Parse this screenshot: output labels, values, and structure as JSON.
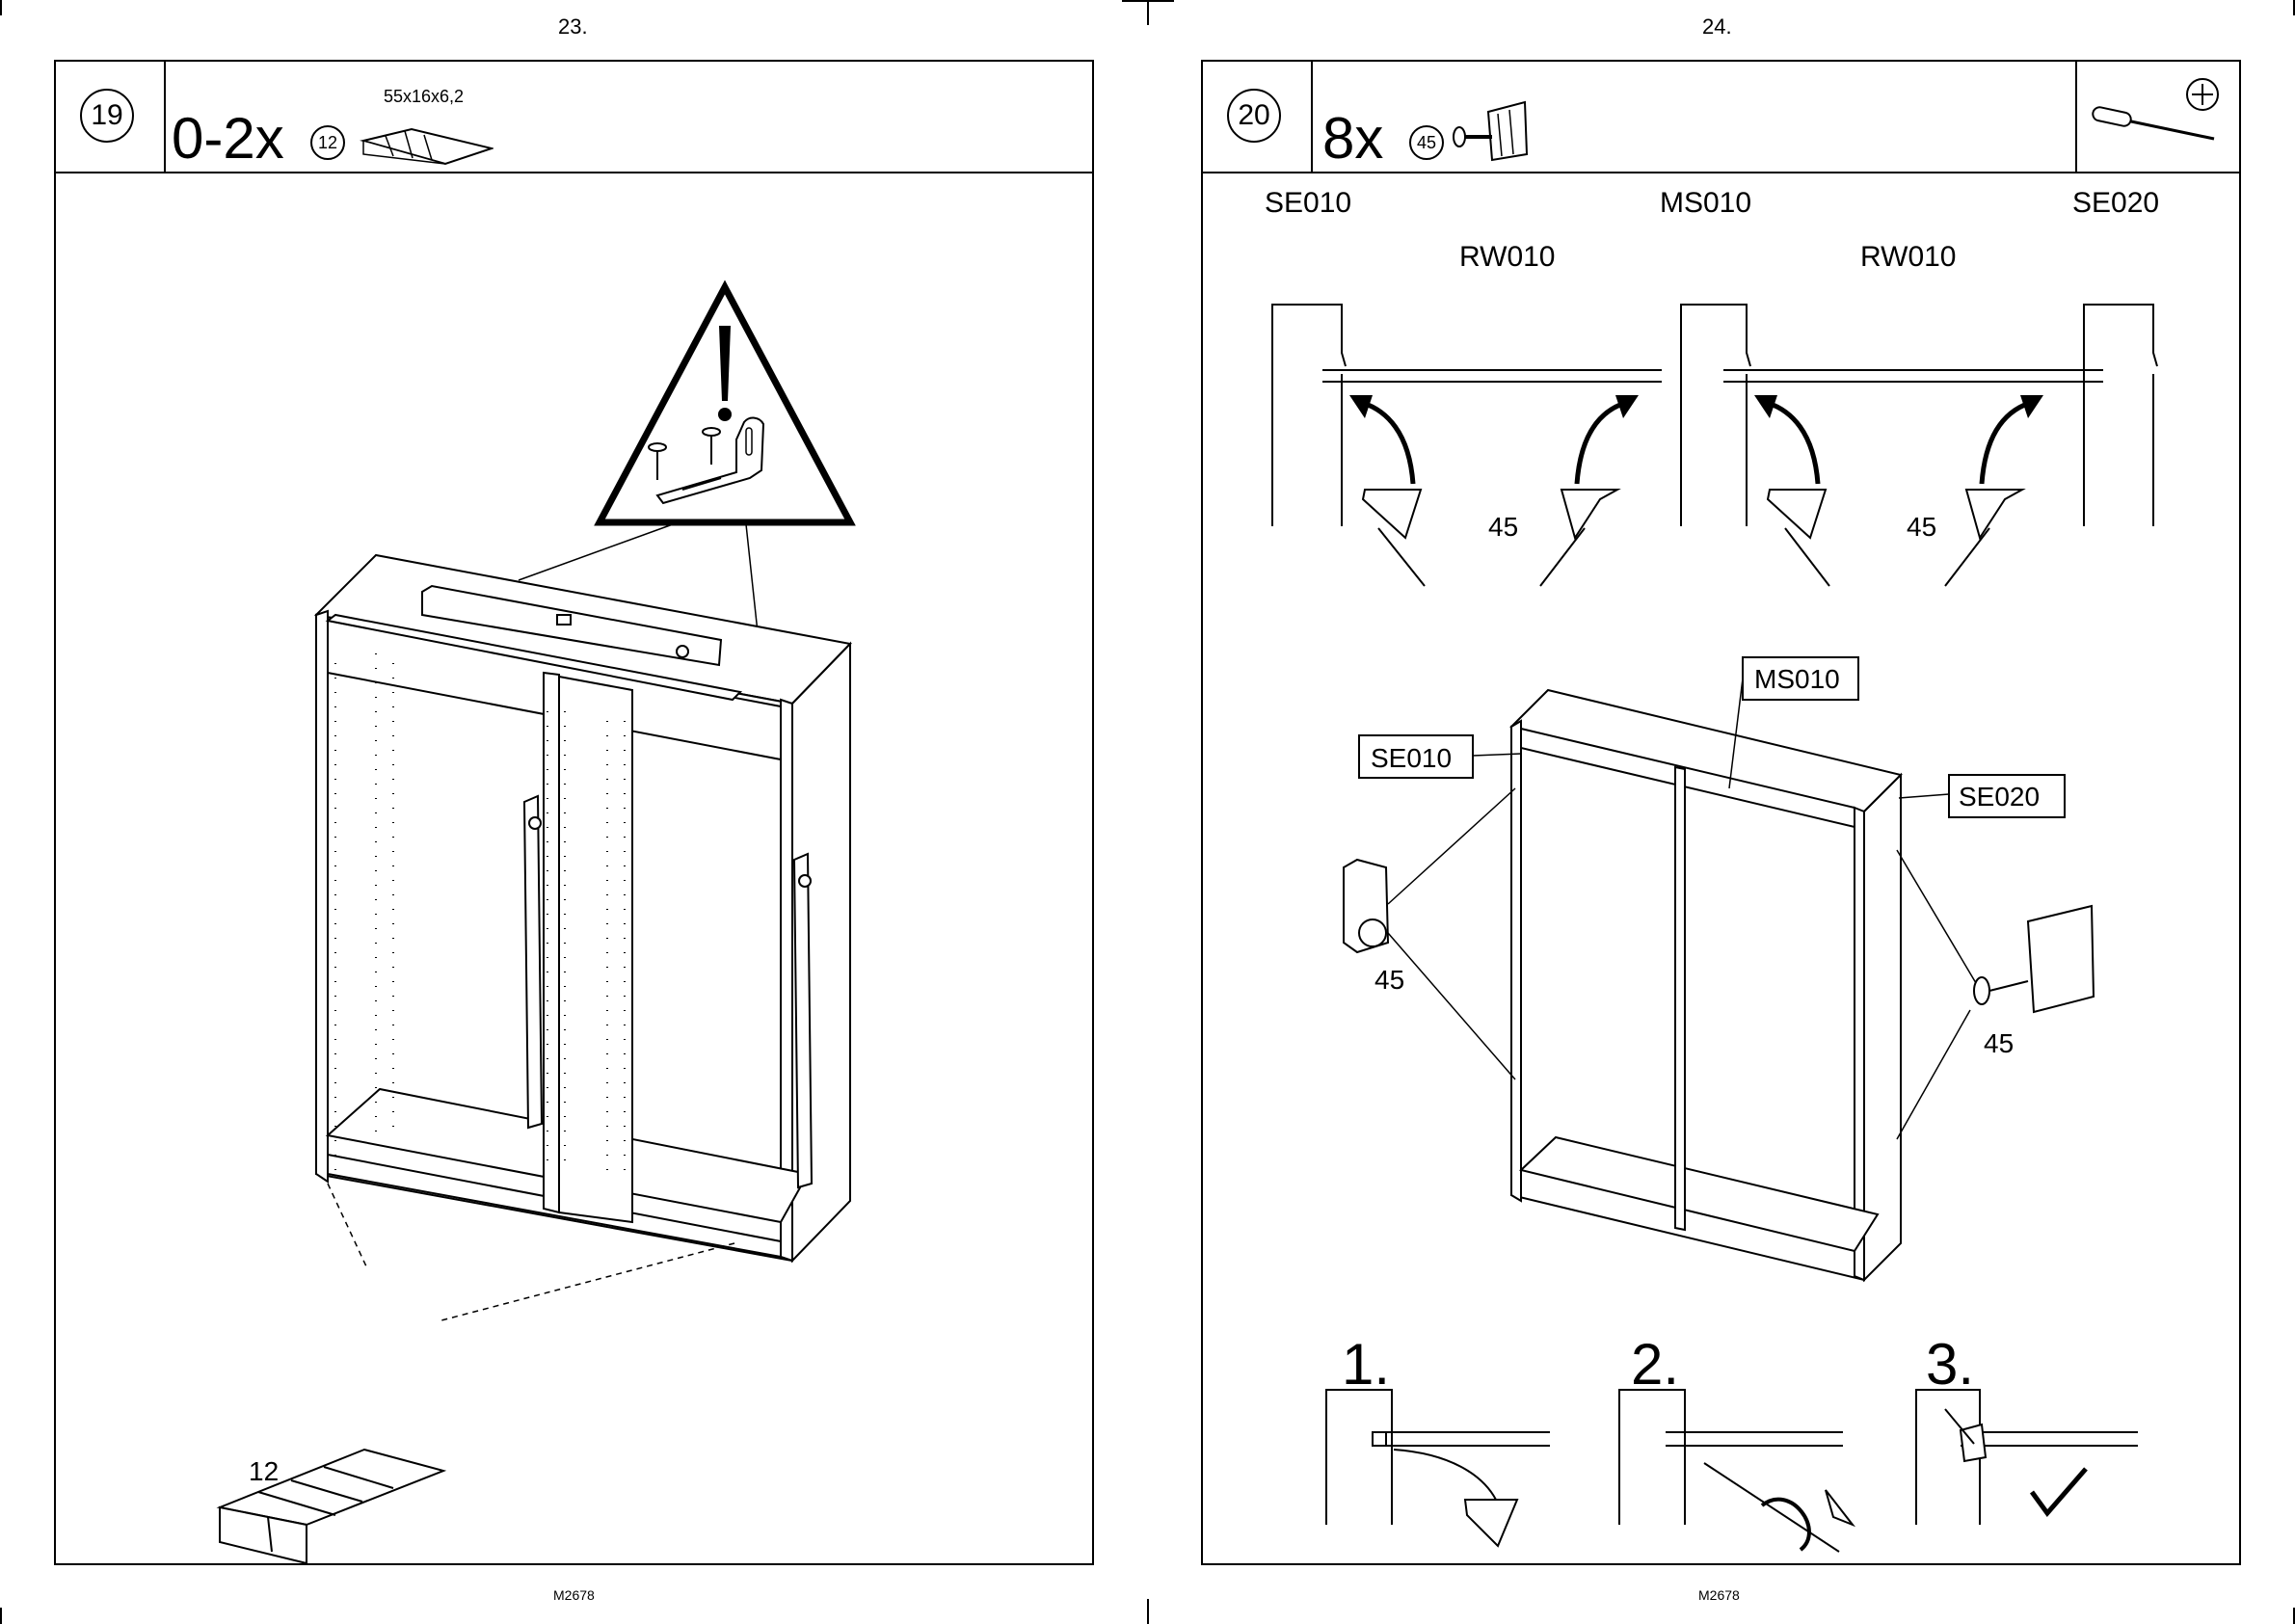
{
  "pages": {
    "left_number": "23.",
    "right_number": "24.",
    "left_code": "M2678",
    "right_code": "M2678"
  },
  "step19": {
    "number": "19",
    "quantity": "0-2x",
    "part_id": "12",
    "part_size": "55x16x6,2",
    "callout_wedge": "12",
    "icons": [
      "warning-triangle",
      "wall-bracket",
      "screw",
      "spirit-level",
      "wedge"
    ]
  },
  "step20": {
    "number": "20",
    "quantity": "8x",
    "part_id": "45",
    "labels": {
      "se010": "SE010",
      "ms010": "MS010",
      "se020": "SE020",
      "rw010": "RW010"
    },
    "part_callout": "45",
    "sequence": [
      "1.",
      "2.",
      "3."
    ],
    "icons": [
      "connector-bracket",
      "screwdriver",
      "phillips-head",
      "check-mark",
      "rotation-arrow"
    ]
  }
}
